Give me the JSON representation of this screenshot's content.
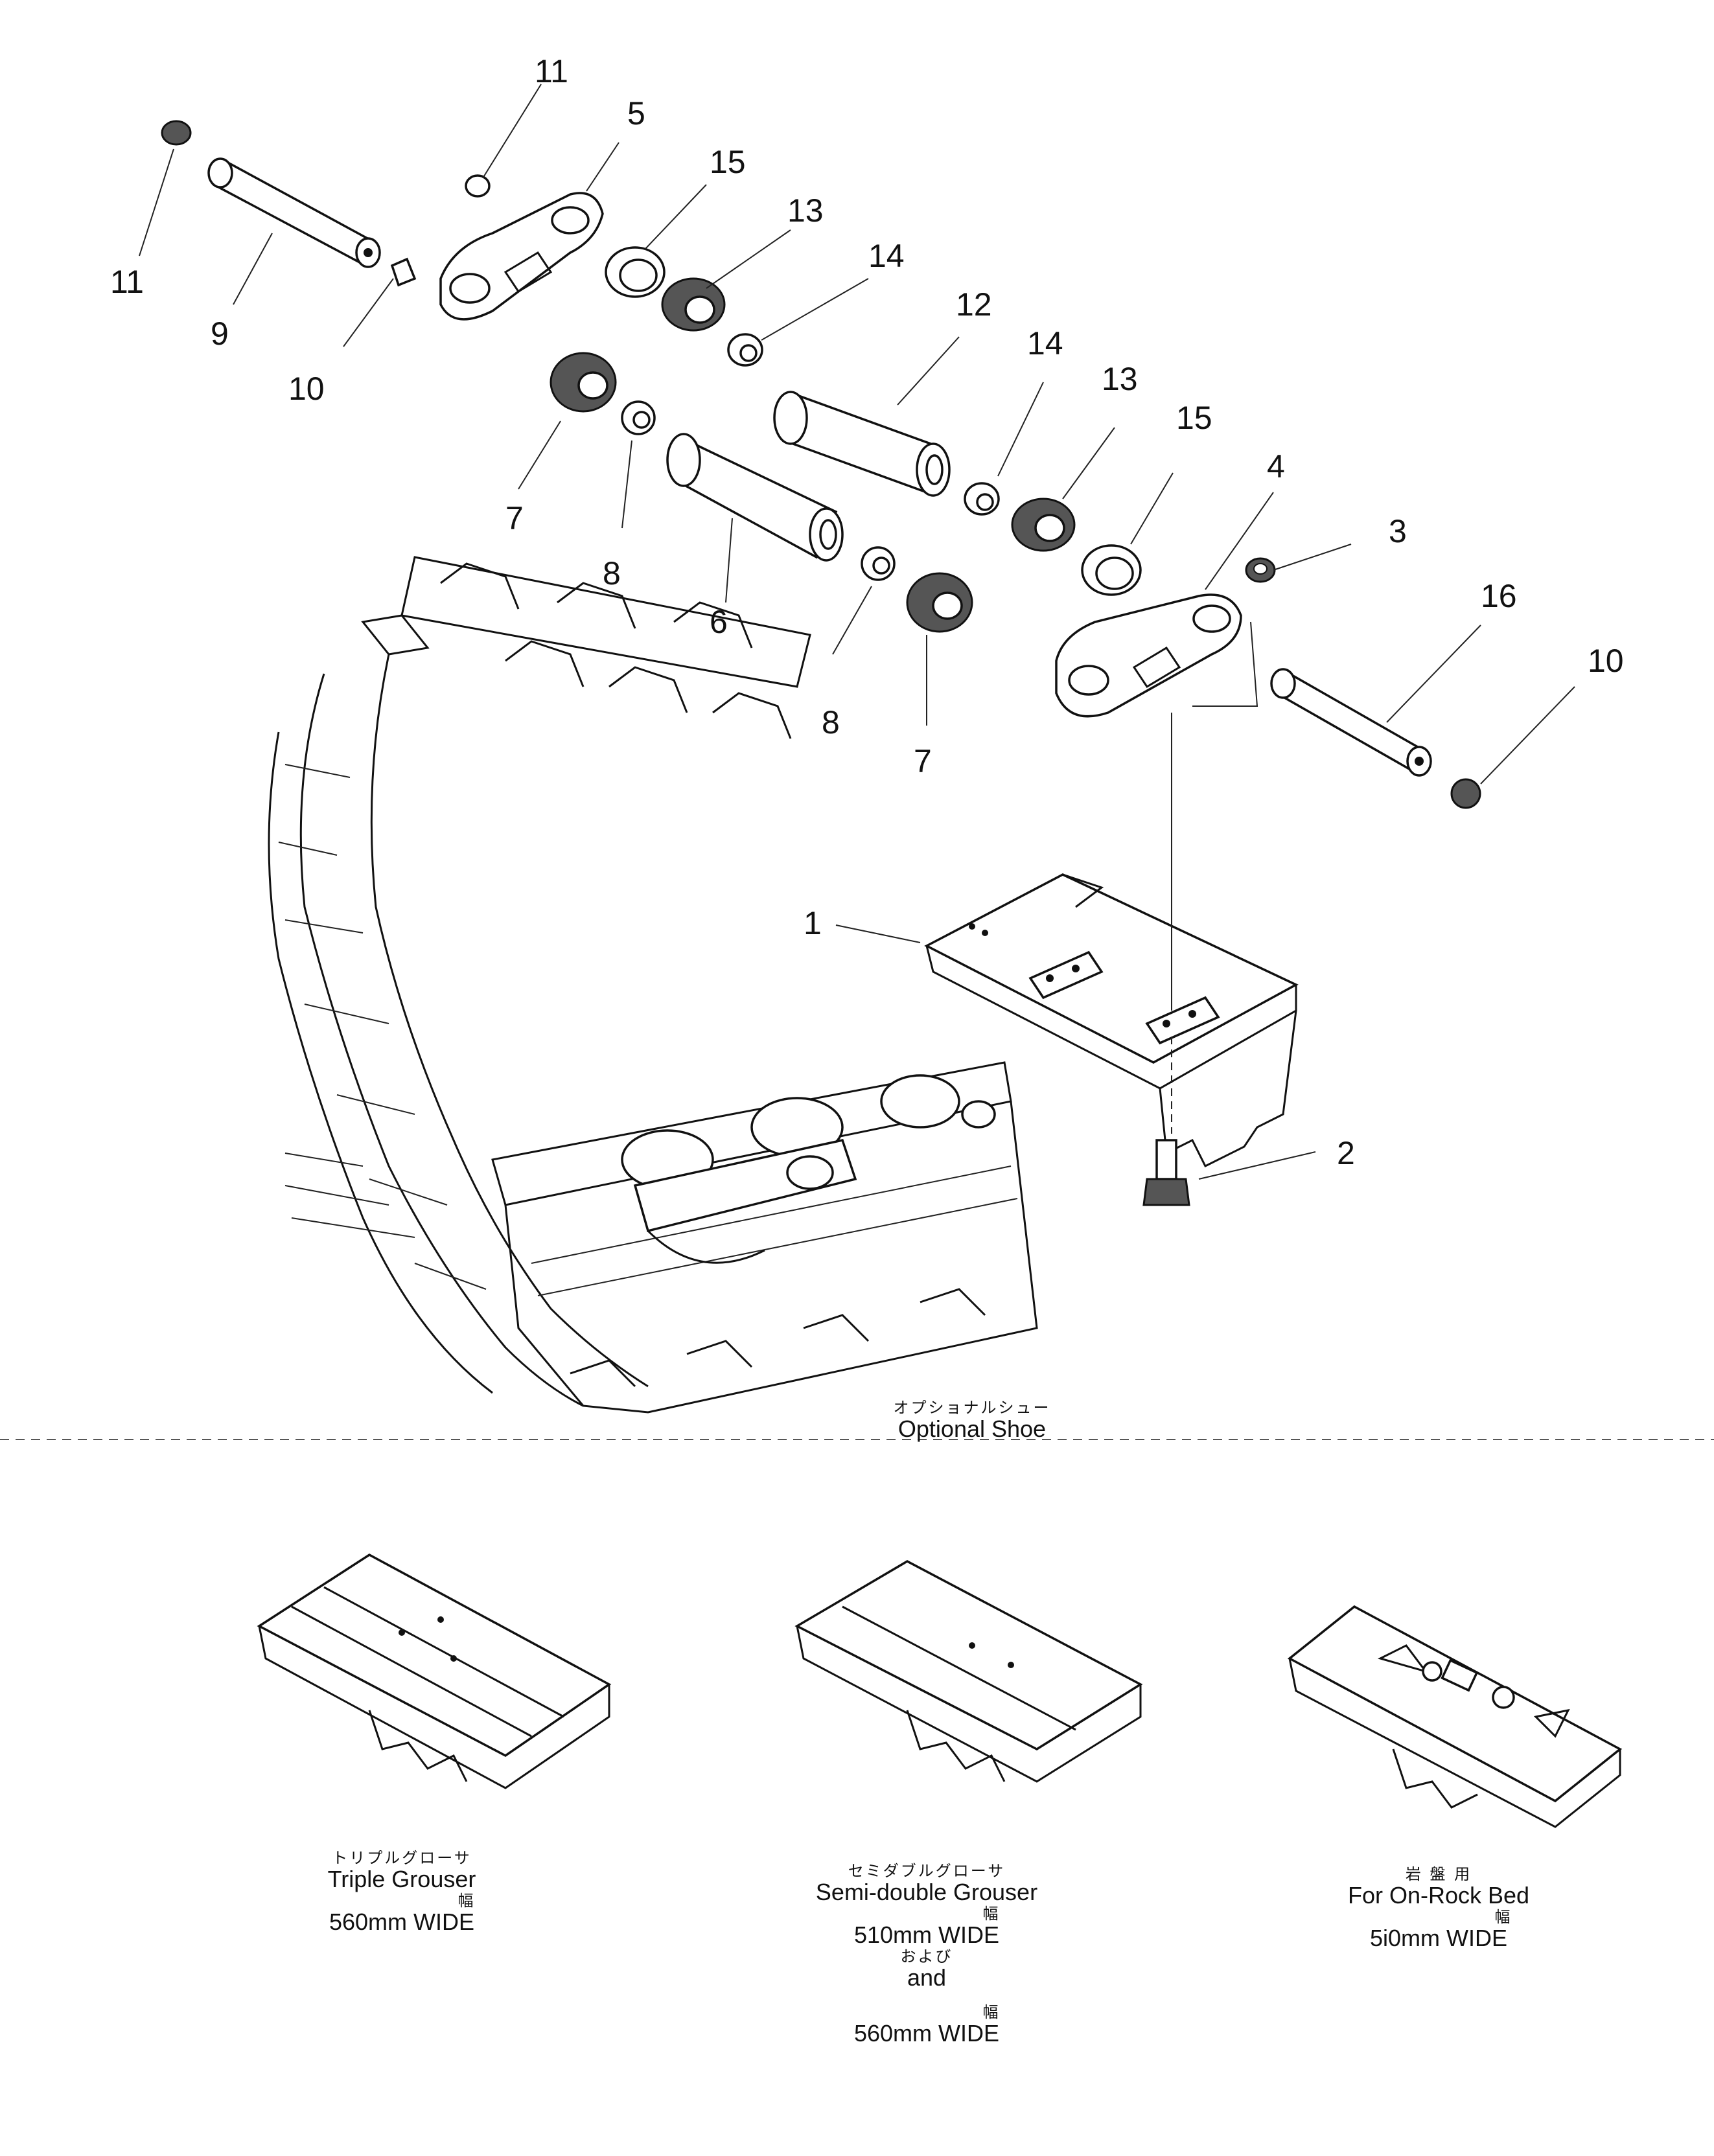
{
  "callouts": [
    {
      "id": "c11a",
      "text": "11"
    },
    {
      "id": "c5",
      "text": "5"
    },
    {
      "id": "c15a",
      "text": "15"
    },
    {
      "id": "c13a",
      "text": "13"
    },
    {
      "id": "c14a",
      "text": "14"
    },
    {
      "id": "c11b",
      "text": "11"
    },
    {
      "id": "c9",
      "text": "9"
    },
    {
      "id": "c10a",
      "text": "10"
    },
    {
      "id": "c12",
      "text": "12"
    },
    {
      "id": "c14b",
      "text": "14"
    },
    {
      "id": "c13b",
      "text": "13"
    },
    {
      "id": "c15b",
      "text": "15"
    },
    {
      "id": "c4",
      "text": "4"
    },
    {
      "id": "c3",
      "text": "3"
    },
    {
      "id": "c16",
      "text": "16"
    },
    {
      "id": "c10b",
      "text": "10"
    },
    {
      "id": "c7a",
      "text": "7"
    },
    {
      "id": "c8a",
      "text": "8"
    },
    {
      "id": "c6",
      "text": "6"
    },
    {
      "id": "c8b",
      "text": "8"
    },
    {
      "id": "c7b",
      "text": "7"
    },
    {
      "id": "c1",
      "text": "1"
    },
    {
      "id": "c2",
      "text": "2"
    }
  ],
  "optional_shoe": {
    "jp": "オプショナルシュー",
    "en": "Optional Shoe"
  },
  "shoes": [
    {
      "jp": "トリプルグローサ",
      "en": "Triple Grouser",
      "jp_width": "幅",
      "width": "560mm WIDE"
    },
    {
      "jp": "セミダブルグローサ",
      "en": "Semi-double Grouser",
      "jp_width": "幅",
      "width": "510mm WIDE",
      "jp_and": "および",
      "and": "and",
      "jp_width2": "幅",
      "width2": "560mm WIDE"
    },
    {
      "jp": "岩 盤 用",
      "en": "For On-Rock Bed",
      "jp_width": "幅",
      "width": "5i0mm WIDE"
    }
  ]
}
